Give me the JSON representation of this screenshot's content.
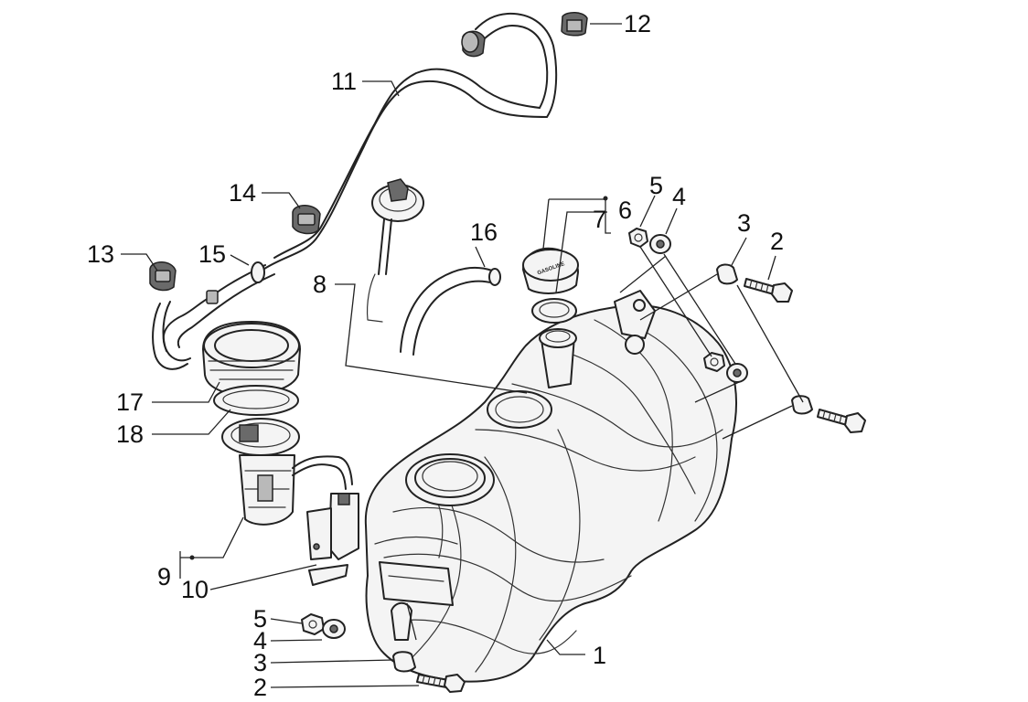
{
  "diagram": {
    "callouts": [
      {
        "id": "c12",
        "text": "12"
      },
      {
        "id": "c11",
        "text": "11"
      },
      {
        "id": "c14",
        "text": "14"
      },
      {
        "id": "c13",
        "text": "13"
      },
      {
        "id": "c15",
        "text": "15"
      },
      {
        "id": "c8",
        "text": "8"
      },
      {
        "id": "c16",
        "text": "16"
      },
      {
        "id": "c6",
        "text": "6"
      },
      {
        "id": "c7",
        "text": "7"
      },
      {
        "id": "c5a",
        "text": "5"
      },
      {
        "id": "c4a",
        "text": "4"
      },
      {
        "id": "c3a",
        "text": "3"
      },
      {
        "id": "c2a",
        "text": "2"
      },
      {
        "id": "c17",
        "text": "17"
      },
      {
        "id": "c18",
        "text": "18"
      },
      {
        "id": "c9",
        "text": "9"
      },
      {
        "id": "c10",
        "text": "10"
      },
      {
        "id": "c5b",
        "text": "5"
      },
      {
        "id": "c4b",
        "text": "4"
      },
      {
        "id": "c3b",
        "text": "3"
      },
      {
        "id": "c2b",
        "text": "2"
      },
      {
        "id": "c1",
        "text": "1"
      }
    ],
    "cap_marking": "GASOLINE"
  }
}
